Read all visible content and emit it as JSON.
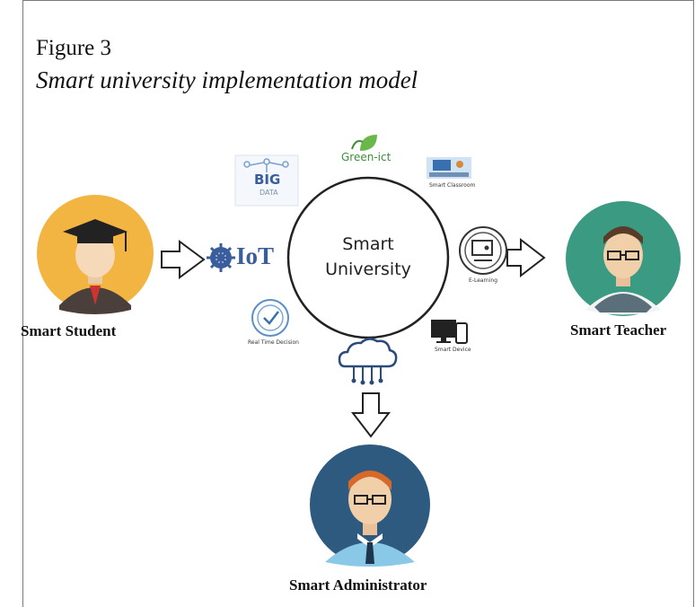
{
  "figure": {
    "label": "Figure 3",
    "title": "Smart university implementation model"
  },
  "center": {
    "line1": "Smart",
    "line2": "University"
  },
  "actors": {
    "student": "Smart Student",
    "teacher": "Smart Teacher",
    "administrator": "Smart Administrator"
  },
  "technologies": {
    "iot": "IoT",
    "big_data": "BIG",
    "big_data_sub": "DATA",
    "green_ict": "Green-ict",
    "smart_classroom": "Smart Classroom",
    "e_learning": "E-Learning",
    "real_time": "Real Time Decision",
    "smart_device": "Smart Device"
  },
  "colors": {
    "student_bg": "#f3b541",
    "teacher_bg": "#3a9a82",
    "admin_bg": "#2d5a7e",
    "iot_blue": "#3a5d9c"
  }
}
